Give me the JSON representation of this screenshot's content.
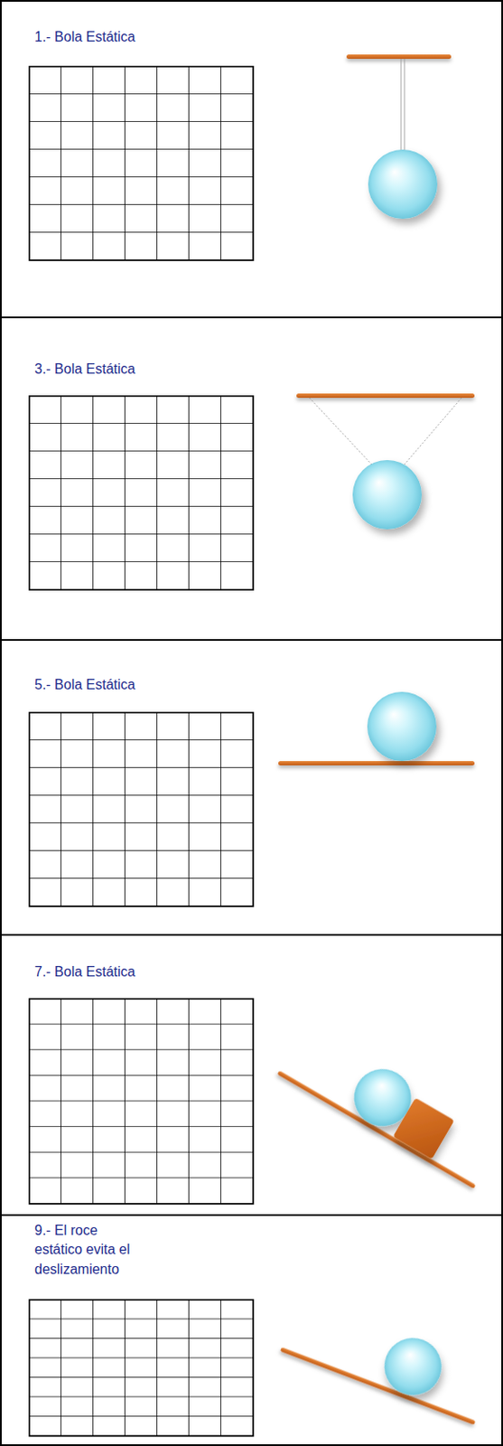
{
  "diagram": {
    "nodes": [
      {
        "text": [
          "1.- Bola Estática"
        ]
      },
      {
        "text": [
          "3.- Bola Estática"
        ]
      },
      {
        "text": [
          "5.- Bola Estática"
        ]
      },
      {
        "text": [
          "7.- Bola Estática"
        ]
      },
      {
        "text": [
          "9.- El roce estático evita el deslizamiento"
        ]
      }
    ]
  }
}
